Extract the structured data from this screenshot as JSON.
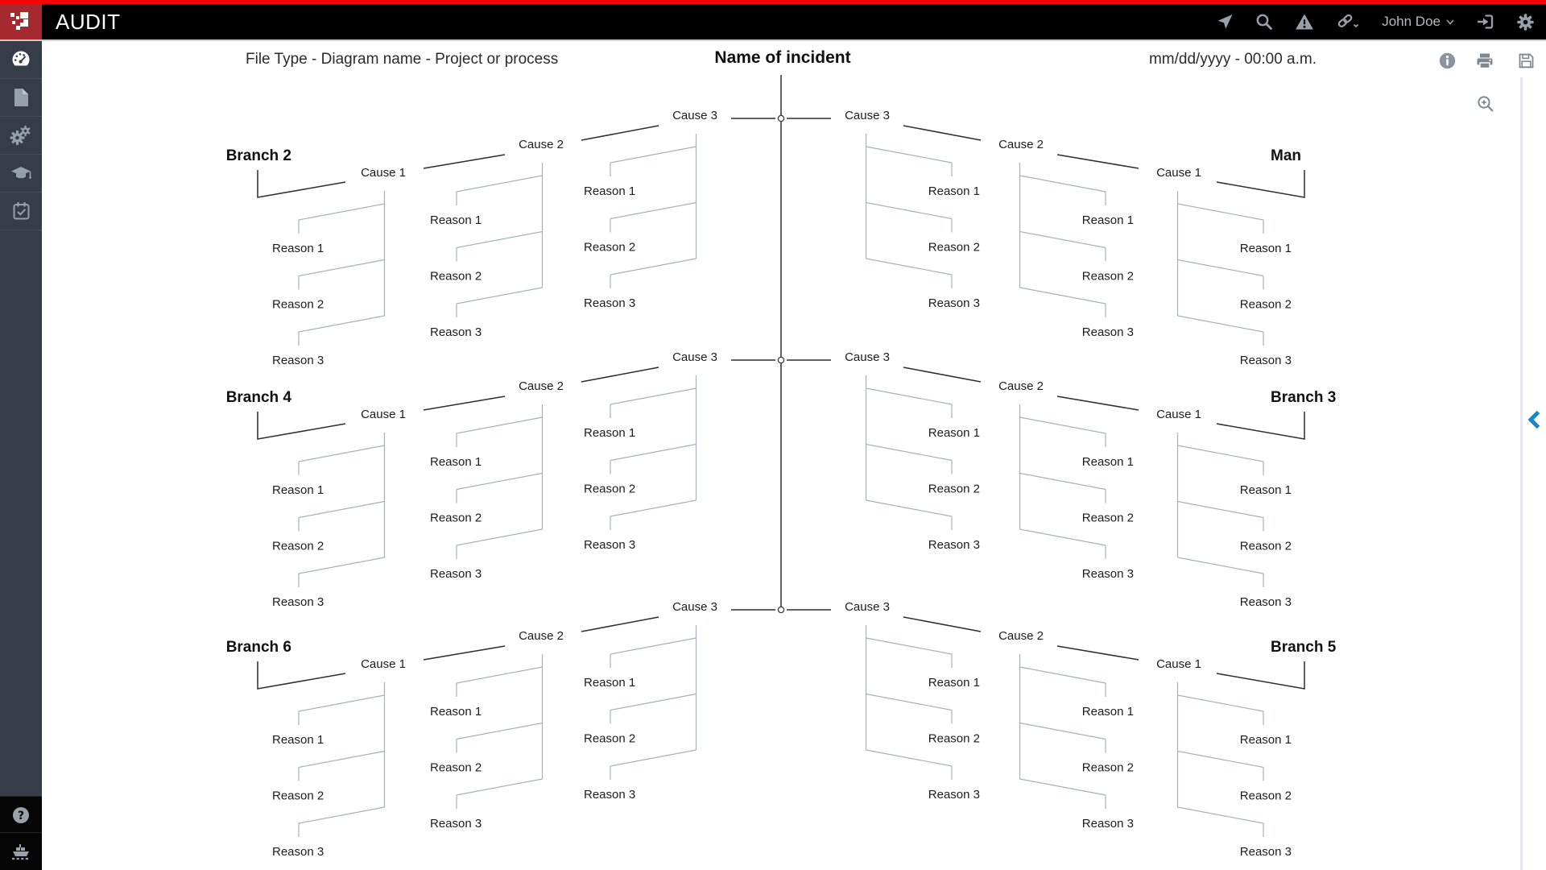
{
  "topbar": {
    "app_title": "AUDIT",
    "user_name": "John Doe",
    "icons": [
      "location-arrow",
      "search",
      "warning",
      "link",
      "user-menu",
      "sign-in",
      "settings"
    ]
  },
  "sidebar": {
    "items": [
      "dashboard",
      "documents",
      "settings-gears",
      "training",
      "planner"
    ],
    "bottom_items": [
      "help",
      "ship"
    ]
  },
  "header": {
    "file_info": "File Type - Diagram name - Project or process",
    "incident_title": "Name of incident",
    "datetime": "mm/dd/yyyy - 00:00 a.m.",
    "action_icons": [
      "info",
      "print",
      "save"
    ],
    "zoom_icon": "zoom-in",
    "collapse_icon": "chevron-left"
  },
  "help_label": "?",
  "colors": {
    "accent_red": "#f60505",
    "logo_red": "#a52a30",
    "topbar_bg": "#000000",
    "sidebar_bg": "#363d48",
    "icon_gray": "#98a1ab",
    "content_icon_gray": "#7e8892",
    "chevron_blue": "#1887c8",
    "line_dark": "#2d2d2d",
    "line_light": "#a9b0b7"
  },
  "diagram": {
    "rows": [
      {
        "left": {
          "label": "Branch 2",
          "causes": [
            {
              "label": "Cause 1",
              "reasons": [
                "Reason 1",
                "Reason 2",
                "Reason 3"
              ]
            },
            {
              "label": "Cause 2",
              "reasons": [
                "Reason 1",
                "Reason 2",
                "Reason 3"
              ]
            },
            {
              "label": "Cause 3",
              "reasons": [
                "Reason 1",
                "Reason 2",
                "Reason 3"
              ]
            }
          ]
        },
        "right": {
          "label": "Man",
          "causes": [
            {
              "label": "Cause 1",
              "reasons": [
                "Reason 1",
                "Reason 2",
                "Reason 3"
              ]
            },
            {
              "label": "Cause 2",
              "reasons": [
                "Reason 1",
                "Reason 2",
                "Reason 3"
              ]
            },
            {
              "label": "Cause 3",
              "reasons": [
                "Reason 1",
                "Reason 2",
                "Reason 3"
              ]
            }
          ]
        }
      },
      {
        "left": {
          "label": "Branch 4",
          "causes": [
            {
              "label": "Cause 1",
              "reasons": [
                "Reason 1",
                "Reason 2",
                "Reason 3"
              ]
            },
            {
              "label": "Cause 2",
              "reasons": [
                "Reason 1",
                "Reason 2",
                "Reason 3"
              ]
            },
            {
              "label": "Cause 3",
              "reasons": [
                "Reason 1",
                "Reason 2",
                "Reason 3"
              ]
            }
          ]
        },
        "right": {
          "label": "Branch 3",
          "causes": [
            {
              "label": "Cause 1",
              "reasons": [
                "Reason 1",
                "Reason 2",
                "Reason 3"
              ]
            },
            {
              "label": "Cause 2",
              "reasons": [
                "Reason 1",
                "Reason 2",
                "Reason 3"
              ]
            },
            {
              "label": "Cause 3",
              "reasons": [
                "Reason 1",
                "Reason 2",
                "Reason 3"
              ]
            }
          ]
        }
      },
      {
        "left": {
          "label": "Branch 6",
          "causes": [
            {
              "label": "Cause 1",
              "reasons": [
                "Reason 1",
                "Reason 2",
                "Reason 3"
              ]
            },
            {
              "label": "Cause 2",
              "reasons": [
                "Reason 1",
                "Reason 2",
                "Reason 3"
              ]
            },
            {
              "label": "Cause 3",
              "reasons": [
                "Reason 1",
                "Reason 2",
                "Reason 3"
              ]
            }
          ]
        },
        "right": {
          "label": "Branch 5",
          "causes": [
            {
              "label": "Cause 1",
              "reasons": [
                "Reason 1",
                "Reason 2",
                "Reason 3"
              ]
            },
            {
              "label": "Cause 2",
              "reasons": [
                "Reason 1",
                "Reason 2",
                "Reason 3"
              ]
            },
            {
              "label": "Cause 3",
              "reasons": [
                "Reason 1",
                "Reason 2",
                "Reason 3"
              ]
            }
          ]
        }
      }
    ]
  }
}
